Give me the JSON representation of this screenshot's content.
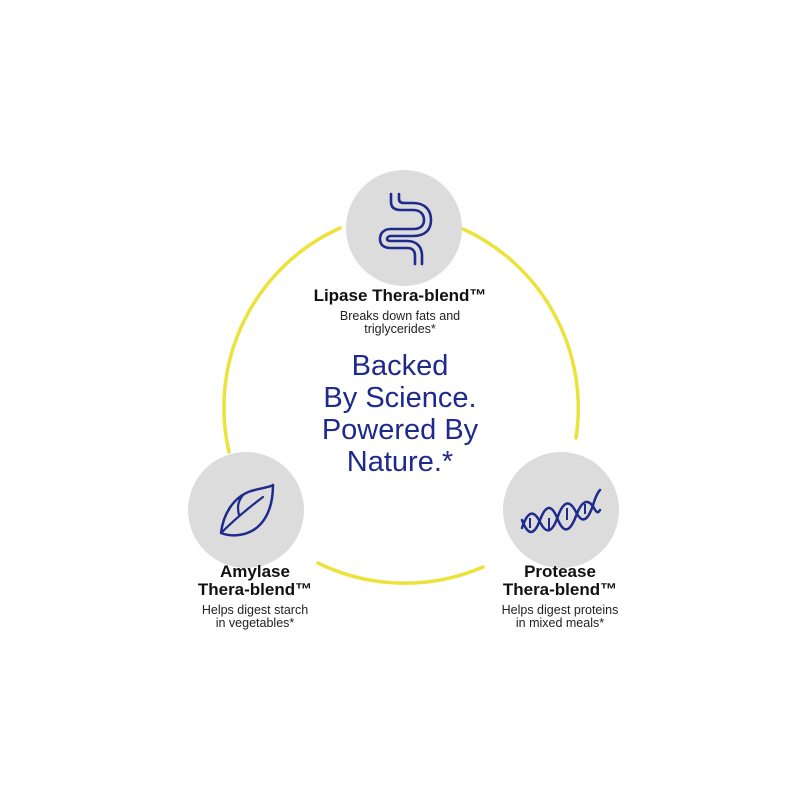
{
  "colors": {
    "ring": "#ede23a",
    "icon_stroke": "#1e2a8c",
    "node_fill": "#dcdcdc",
    "headline": "#1e2a8c",
    "text": "#111111"
  },
  "headline": {
    "lines": [
      "Backed",
      "By Science.",
      "Powered By",
      "Nature.*"
    ]
  },
  "nodes": [
    {
      "id": "lipase",
      "icon": "intestine-icon",
      "title_lines": [
        "Lipase Thera-blend™"
      ],
      "desc_lines": [
        "Breaks down fats and",
        "triglycerides*"
      ]
    },
    {
      "id": "amylase",
      "icon": "leaf-icon",
      "title_lines": [
        "Amylase",
        "Thera-blend™"
      ],
      "desc_lines": [
        "Helps digest starch",
        "in vegetables*"
      ]
    },
    {
      "id": "protease",
      "icon": "dna-helix-icon",
      "title_lines": [
        "Protease",
        "Thera-blend™"
      ],
      "desc_lines": [
        "Helps digest proteins",
        "in mixed meals*"
      ]
    }
  ]
}
